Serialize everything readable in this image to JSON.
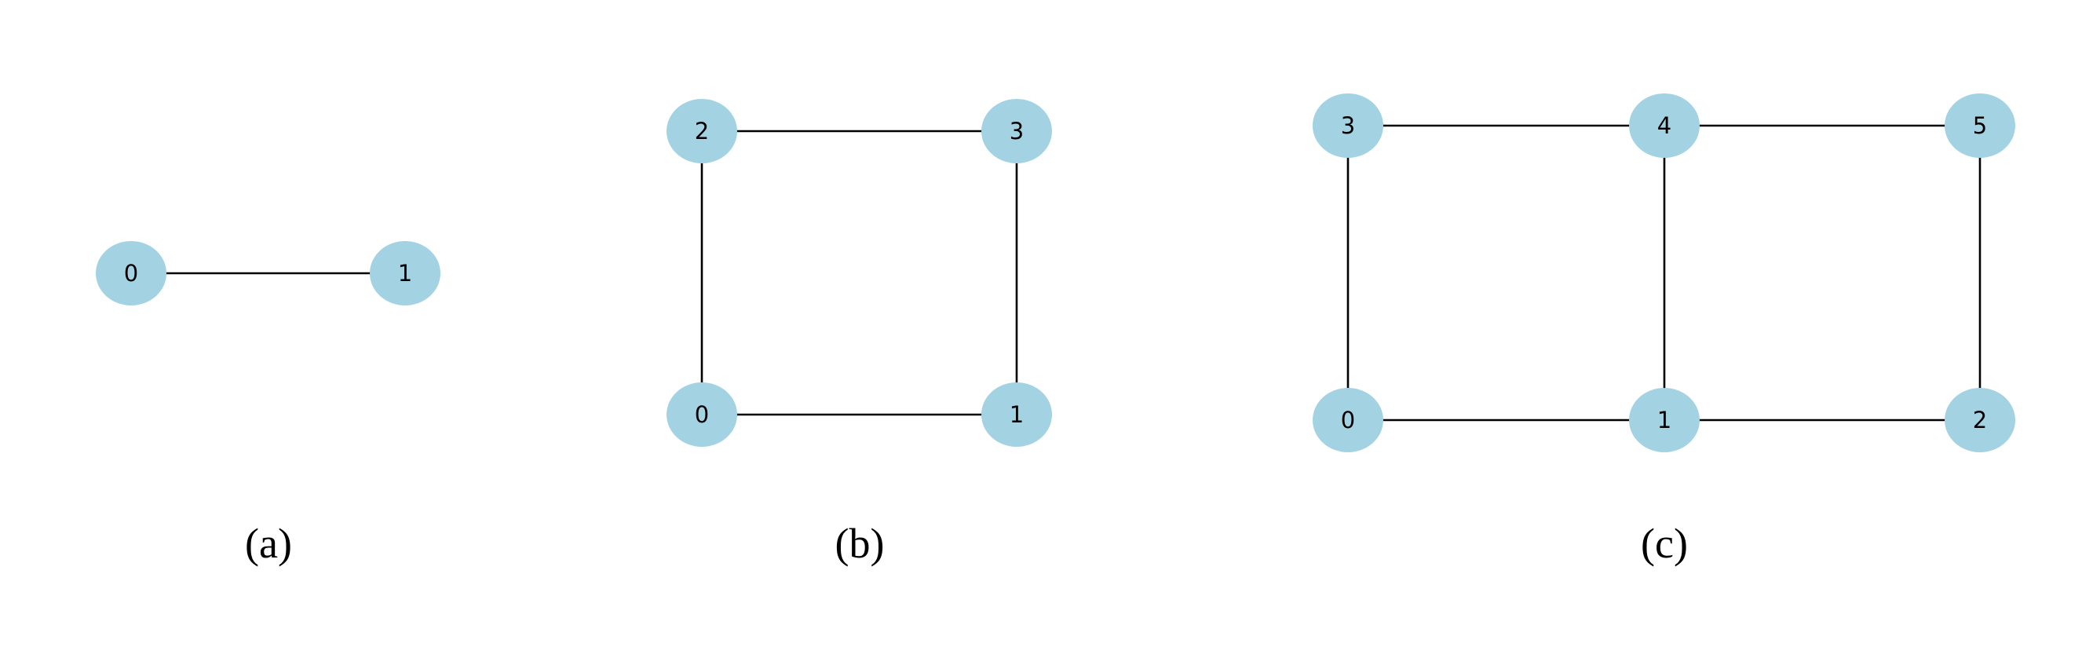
{
  "node_color": "#a3d3e3",
  "edge_color": "#000000",
  "graphs": [
    {
      "caption": "(a)",
      "nodes": [
        {
          "id": "0",
          "label": "0"
        },
        {
          "id": "1",
          "label": "1"
        }
      ],
      "edges": [
        [
          "0",
          "1"
        ]
      ]
    },
    {
      "caption": "(b)",
      "nodes": [
        {
          "id": "0",
          "label": "0"
        },
        {
          "id": "1",
          "label": "1"
        },
        {
          "id": "2",
          "label": "2"
        },
        {
          "id": "3",
          "label": "3"
        }
      ],
      "edges": [
        [
          "0",
          "1"
        ],
        [
          "0",
          "2"
        ],
        [
          "1",
          "3"
        ],
        [
          "2",
          "3"
        ]
      ]
    },
    {
      "caption": "(c)",
      "nodes": [
        {
          "id": "0",
          "label": "0"
        },
        {
          "id": "1",
          "label": "1"
        },
        {
          "id": "2",
          "label": "2"
        },
        {
          "id": "3",
          "label": "3"
        },
        {
          "id": "4",
          "label": "4"
        },
        {
          "id": "5",
          "label": "5"
        }
      ],
      "edges": [
        [
          "0",
          "1"
        ],
        [
          "1",
          "2"
        ],
        [
          "0",
          "3"
        ],
        [
          "1",
          "4"
        ],
        [
          "2",
          "5"
        ],
        [
          "3",
          "4"
        ],
        [
          "4",
          "5"
        ]
      ]
    }
  ]
}
